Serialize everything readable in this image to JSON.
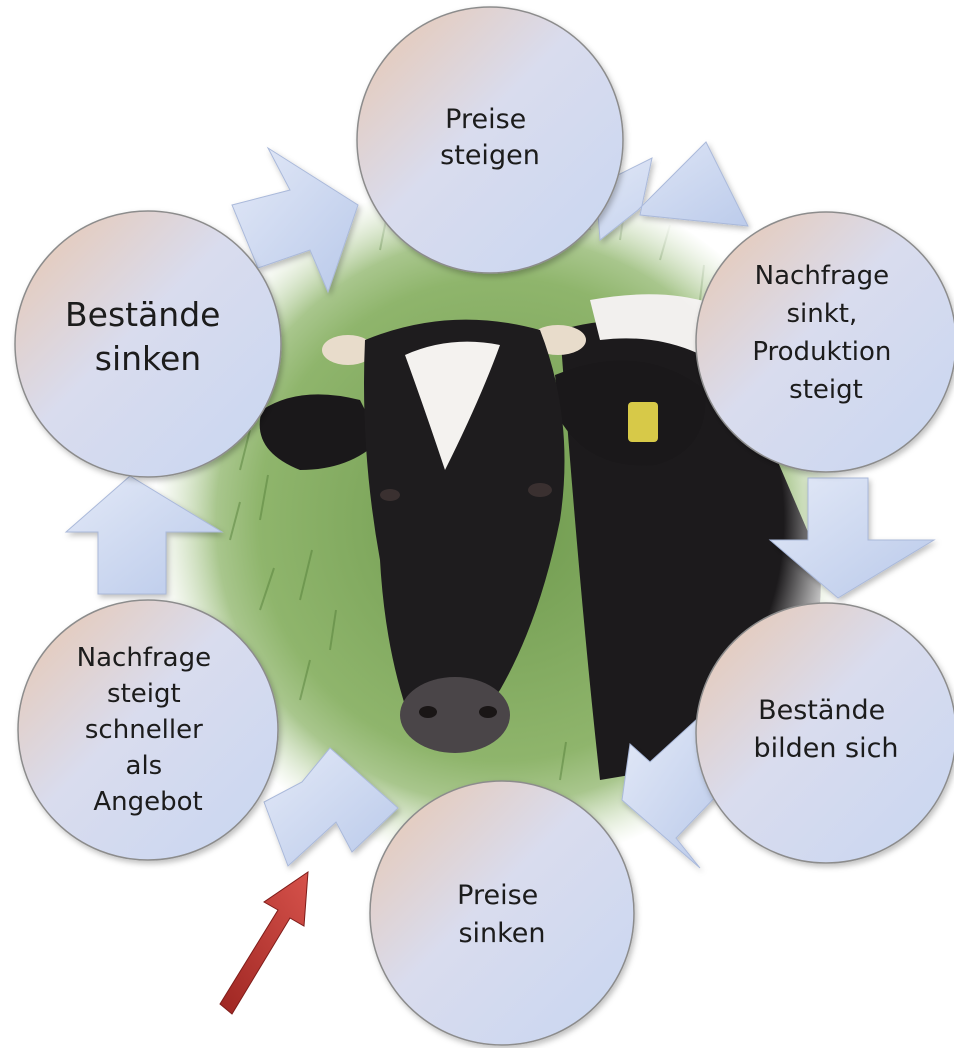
{
  "diagram": {
    "background_subject": "black-and-white cow head on grass",
    "colors": {
      "circle_light": "#dbe3f4",
      "circle_warm": "#e9c6ad",
      "circle_border": "#8c8c8c",
      "arrow_fill": "#c7d3ee",
      "pointer_arrow": "#c03a36"
    },
    "nodes": [
      {
        "id": "preise-steigen",
        "lines": [
          "Preise",
          "steigen"
        ]
      },
      {
        "id": "nachfrage-sinkt-produktion-steigt",
        "lines": [
          "Nachfrage",
          "sinkt,",
          "Produktion",
          "steigt"
        ]
      },
      {
        "id": "bestaende-bilden-sich",
        "lines": [
          "Bestände",
          "bilden sich"
        ]
      },
      {
        "id": "preise-sinken",
        "lines": [
          "Preise",
          "sinken"
        ]
      },
      {
        "id": "nachfrage-steigt-schneller-als-angebot",
        "lines": [
          "Nachfrage",
          "steigt",
          "schneller",
          "als",
          "Angebot"
        ]
      },
      {
        "id": "bestaende-sinken",
        "lines": [
          "Bestände",
          "sinken"
        ]
      }
    ],
    "arrows": [
      "cycle-arrow-1",
      "cycle-arrow-2",
      "cycle-arrow-3",
      "cycle-arrow-4",
      "cycle-arrow-5",
      "cycle-arrow-6"
    ],
    "start_marker": "red-pointer-arrow"
  }
}
